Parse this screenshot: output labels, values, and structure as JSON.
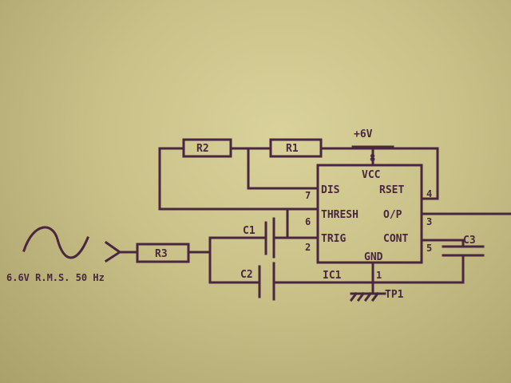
{
  "supply": "+6V",
  "source_label": "6.6V R.M.S. 50 Hz",
  "ic": {
    "name": "IC1",
    "pins": {
      "vcc": "VCC",
      "dis": "DIS",
      "rset": "RSET",
      "thresh": "THRESH",
      "op": "O/P",
      "trig": "TRIG",
      "cont": "CONT",
      "gnd": "GND"
    },
    "pin_numbers": {
      "p8": "8",
      "p7": "7",
      "p4": "4",
      "p6": "6",
      "p3": "3",
      "p2": "2",
      "p5": "5",
      "p1": "1"
    }
  },
  "components": {
    "r1": "R1",
    "r2": "R2",
    "r3": "R3",
    "c1": "C1",
    "c2": "C2",
    "c3": "C3",
    "tp1": "TP1"
  },
  "colors": {
    "ink": "#4a2740",
    "paper": "#d2cb92"
  }
}
